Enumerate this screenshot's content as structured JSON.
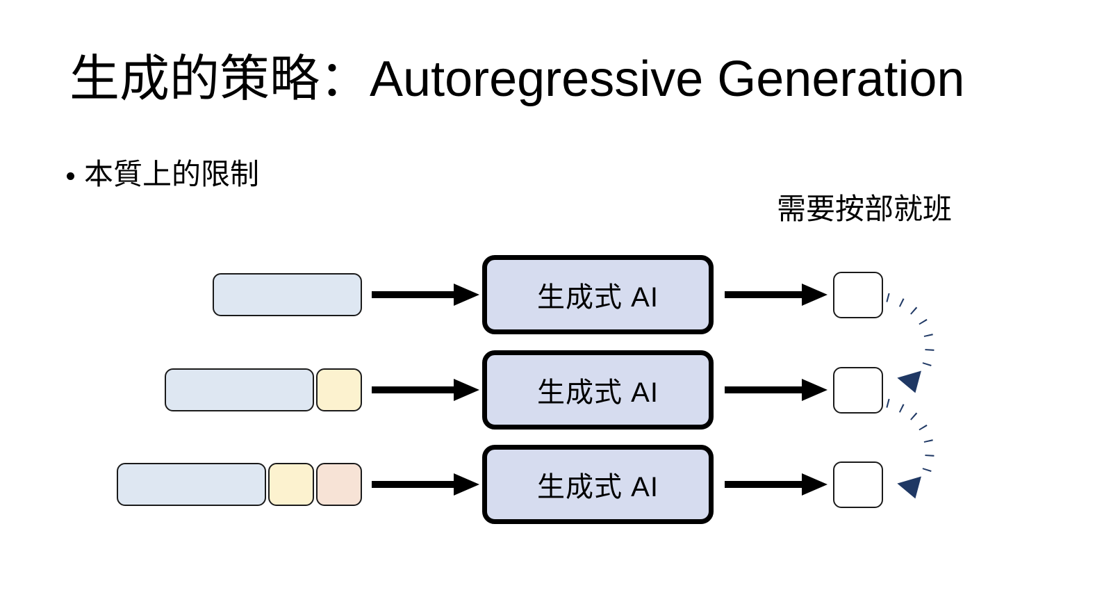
{
  "slide": {
    "title": "生成的策略：Autoregressive Generation",
    "bullet": "本質上的限制",
    "side_caption": "需要按部就班",
    "background_color": "#FFFFFF"
  },
  "palette": {
    "context_blue": "#DEE7F2",
    "genbox_fill": "#D6DCEF",
    "token_yellow": "#FCF2CF",
    "token_peach": "#F7E3D6",
    "token_green": "#E2EFDA",
    "outline_black": "#000000",
    "feedback_navy": "#1F3864"
  },
  "diagram": {
    "rows": [
      {
        "index": 1,
        "input_tokens": [
          {
            "kind": "context",
            "color": "#DEE7F2"
          }
        ],
        "arrow_in": "black-arrow-right",
        "model_label": "生成式 AI",
        "arrow_out": "black-arrow-right",
        "output_token": {
          "color": "#FCF2CF",
          "name": "token-yellow"
        }
      },
      {
        "index": 2,
        "input_tokens": [
          {
            "kind": "context",
            "color": "#DEE7F2"
          },
          {
            "kind": "token",
            "color": "#FCF2CF"
          }
        ],
        "arrow_in": "black-arrow-right",
        "model_label": "生成式 AI",
        "arrow_out": "black-arrow-right",
        "output_token": {
          "color": "#F7E3D6",
          "name": "token-peach"
        }
      },
      {
        "index": 3,
        "input_tokens": [
          {
            "kind": "context",
            "color": "#DEE7F2"
          },
          {
            "kind": "token",
            "color": "#FCF2CF"
          },
          {
            "kind": "token",
            "color": "#F7E3D6"
          }
        ],
        "arrow_in": "black-arrow-right",
        "model_label": "生成式 AI",
        "arrow_out": "black-arrow-right",
        "output_token": {
          "color": "#E2EFDA",
          "name": "token-green"
        }
      }
    ],
    "feedback_arrows": [
      {
        "from_row": 1,
        "to_row": 2,
        "style": "dotted-curved",
        "color": "#1F3864"
      },
      {
        "from_row": 2,
        "to_row": 3,
        "style": "dotted-curved",
        "color": "#1F3864"
      }
    ]
  }
}
